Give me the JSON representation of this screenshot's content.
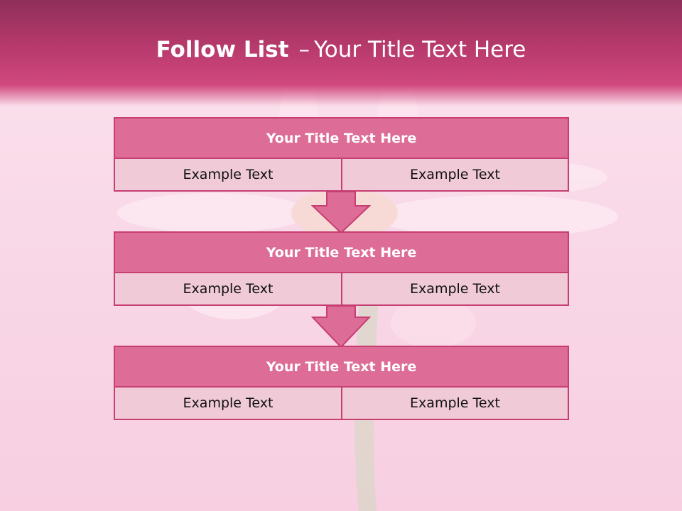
{
  "slide": {
    "title_bold": "Follow List",
    "title_dash": "–",
    "title_rest": "Your Title Text Here"
  },
  "steps": [
    {
      "title": "Your Title Text Here",
      "left": "Example Text",
      "right": "Example Text"
    },
    {
      "title": "Your Title Text Here",
      "left": "Example Text",
      "right": "Example Text"
    },
    {
      "title": "Your Title Text Here",
      "left": "Example Text",
      "right": "Example Text"
    }
  ],
  "colors": {
    "header": "#b83a6c",
    "box_title": "#dd6d96",
    "box_cell": "#f0cad6",
    "border": "#c73e72",
    "arrow": "#dd6d96"
  }
}
